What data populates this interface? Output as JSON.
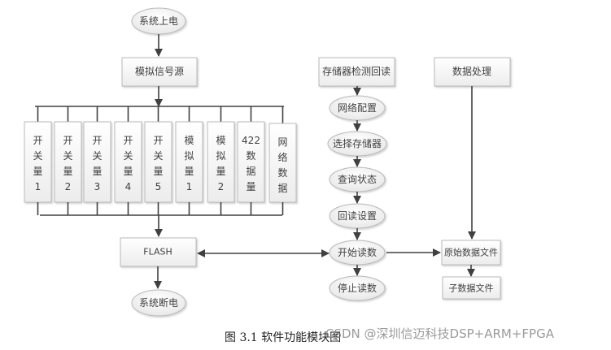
{
  "diagram": {
    "start": "系统上电",
    "source": "模拟信号源",
    "channels": [
      [
        "开",
        "关",
        "量",
        "1"
      ],
      [
        "开",
        "关",
        "量",
        "2"
      ],
      [
        "开",
        "关",
        "量",
        "3"
      ],
      [
        "开",
        "关",
        "量",
        "4"
      ],
      [
        "开",
        "关",
        "量",
        "5"
      ],
      [
        "模",
        "拟",
        "量",
        "1"
      ],
      [
        "模",
        "拟",
        "量",
        "2"
      ],
      [
        "422",
        "数",
        "据",
        "量"
      ],
      [
        "网",
        "络",
        "数",
        "据"
      ]
    ],
    "flash": "FLASH",
    "end": "系统断电",
    "readback_title": "存储器检测回读",
    "readback_steps": [
      "网络配置",
      "选择存储器",
      "查询状态",
      "回读设置",
      "开始读数",
      "停止读数"
    ],
    "processing_title": "数据处理",
    "raw_file": "原始数据文件",
    "sub_file": "子数据文件"
  },
  "caption": "图 3.1  软件功能模块图",
  "watermark": "CSDN @深圳信迈科技DSP+ARM+FPGA"
}
